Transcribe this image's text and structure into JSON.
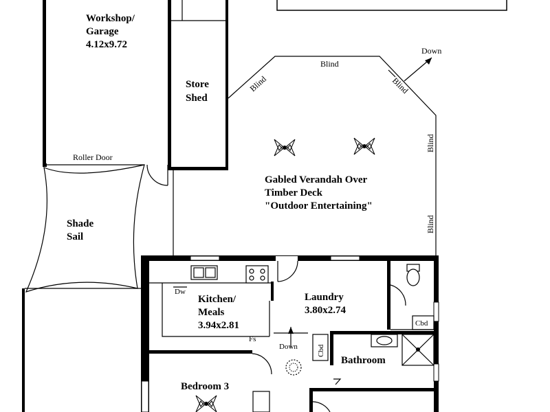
{
  "plan": {
    "rooms": {
      "workshop": {
        "name": "Workshop/\nGarage",
        "dims": "4.12x9.72"
      },
      "store": {
        "name": "Store\nShed"
      },
      "verandah": {
        "line1": "Gabled Verandah Over",
        "line2": "Timber Deck",
        "line3": "\"Outdoor Entertaining\""
      },
      "shade": {
        "name": "Shade\nSail"
      },
      "kitchen": {
        "name": "Kitchen/\nMeals",
        "dims": "3.94x2.81"
      },
      "laundry": {
        "name": "Laundry",
        "dims": "3.80x2.74"
      },
      "bathroom": {
        "name": "Bathroom"
      },
      "bedroom3": {
        "name": "Bedroom 3"
      }
    },
    "labels": {
      "roller_door": "Roller Door",
      "blind": "Blind",
      "down": "Down",
      "dw": "Dw",
      "fs": "Fs",
      "cbd": "Cbd"
    }
  }
}
